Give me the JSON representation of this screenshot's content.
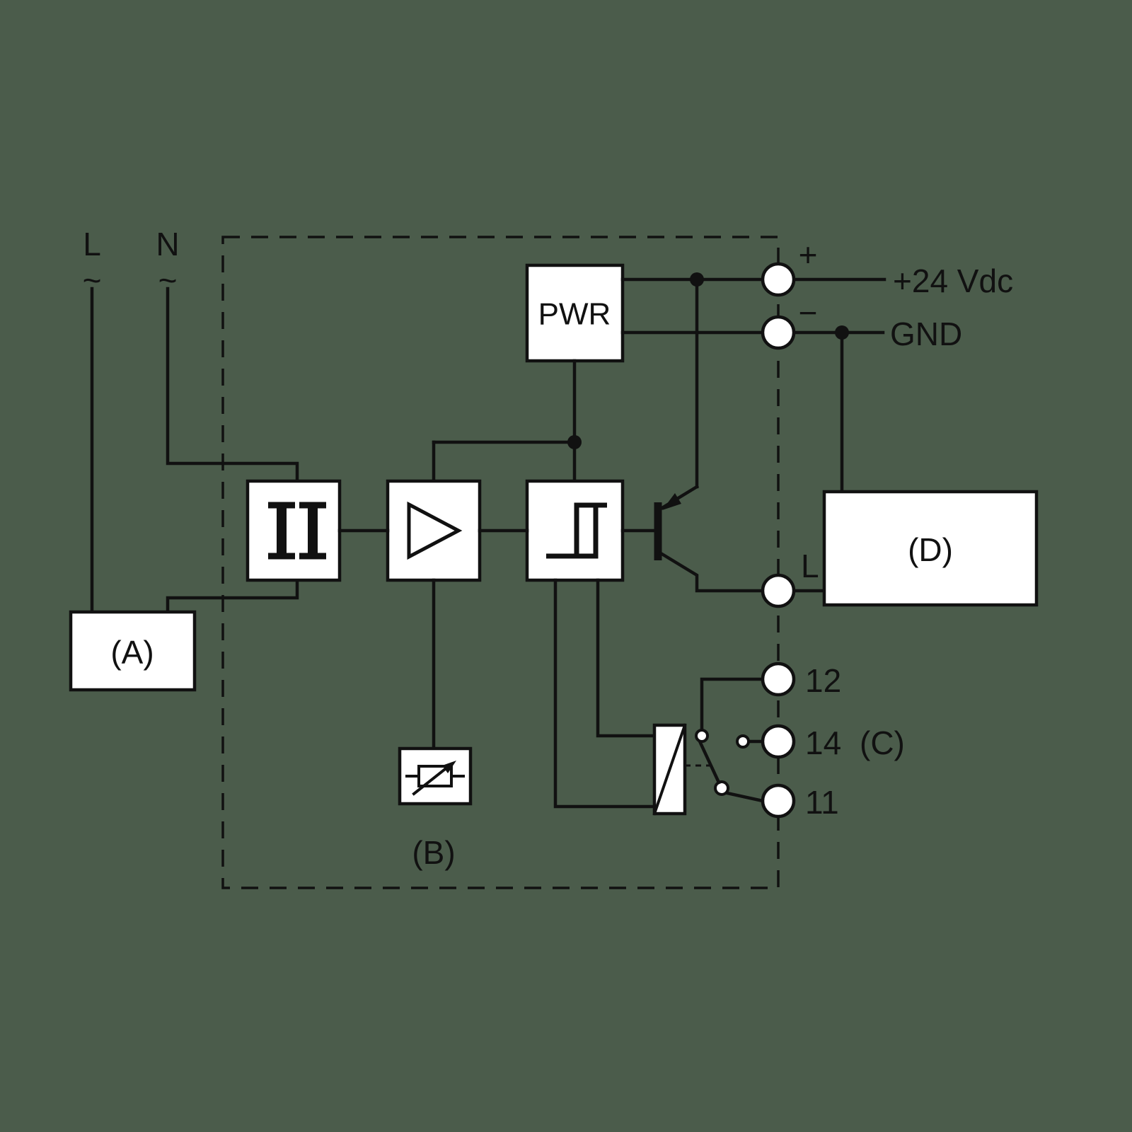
{
  "diagram": {
    "background": "#4b5c4b",
    "ink": "#111111",
    "block_fill": "#ffffff",
    "input_lines": {
      "l": "L",
      "n": "N",
      "ac_symbol": "~"
    },
    "power_block": "PWR",
    "terminals": {
      "plus": "+",
      "minus": "−",
      "supply": "+24 Vdc",
      "ground": "GND",
      "output": "L",
      "nc": "12",
      "no": "14",
      "common": "11"
    },
    "group_labels": {
      "load": "(A)",
      "adjustment": "(B)",
      "contacts": "(C)",
      "external_device": "(D)"
    }
  }
}
